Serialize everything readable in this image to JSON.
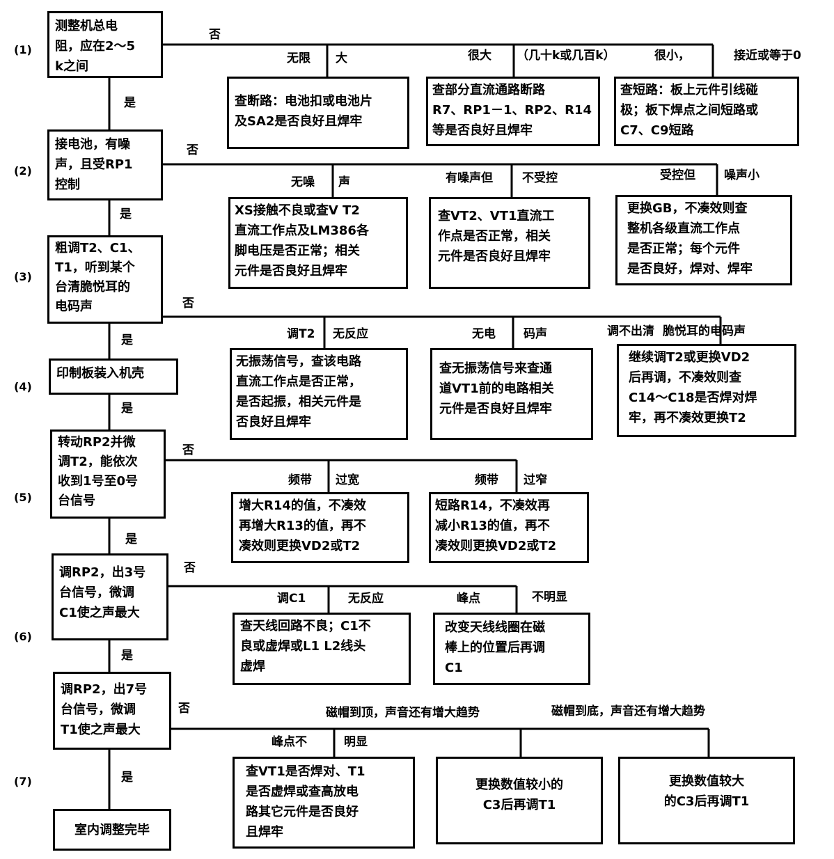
{
  "steps": [
    "(1)",
    "(2)",
    "(3)",
    "(4)",
    "(5)",
    "(6)",
    "(7)"
  ],
  "yes": "是",
  "no": "否",
  "main_boxes": [
    [
      "测整机总电",
      "阻，应在2～5",
      "k之间"
    ],
    [
      "接电池，有噪",
      "声，且受RP1",
      "控制"
    ],
    [
      "粗调T2、C1、",
      "T1，听到某个",
      "台清脆悦耳的",
      "电码声"
    ],
    [
      "印制板装入机壳"
    ],
    [
      "转动RP2并微",
      "调T2，能依次",
      "收到1号至0号",
      "台信号"
    ],
    [
      "调RP2，出3号",
      "台信号，微调",
      "C1使之声最大"
    ],
    [
      "调RP2，出7号",
      "台信号，微调",
      "T1使之声最大"
    ],
    [
      "室内调整完毕"
    ]
  ],
  "branches": {
    "b1": {
      "labels": [
        "无限",
        "大",
        "很大",
        "（几十k或几百k）",
        "很小，",
        "接近或等于0"
      ],
      "boxes": [
        [
          "查断路：电池扣或电池片",
          "及SA2是否良好且焊牢"
        ],
        [
          "查部分直流通路断路",
          "R7、RP1－1、RP2、R14",
          "等是否良好且焊牢"
        ],
        [
          "查短路：板上元件引线碰",
          "极；板下焊点之间短路或",
          "C7、C9短路"
        ]
      ]
    },
    "b2": {
      "labels": [
        "无噪",
        "声",
        "有噪声但",
        "不受控",
        "受控但",
        "噪声小"
      ],
      "boxes": [
        [
          "XS接触不良或查V  T2",
          "直流工作点及LM386各",
          "脚电压是否正常；相关",
          "元件是否良好且焊牢"
        ],
        [
          "查VT2、VT1直流工",
          "作点是否正常，相关",
          "元件是否良好且焊牢"
        ],
        [
          "更换GB，不凑效则查",
          "整机各级直流工作点",
          "是否正常；每个元件",
          "是否良好，焊对、焊牢"
        ]
      ]
    },
    "b3": {
      "labels": [
        "调T2",
        "无反应",
        "无电",
        "码声",
        "调不出清",
        "脆悦耳的电码声"
      ],
      "boxes": [
        [
          "无振荡信号，查该电路",
          "直流工作点是否正常，",
          "是否起振，相关元件是",
          "否良好且焊牢"
        ],
        [
          "查无振荡信号来查通",
          "道VT1前的电路相关",
          "元件是否良好且焊牢"
        ],
        [
          "继续调T2或更换VD2",
          "后再调，不凑效则查",
          "C14～C18是否焊对焊",
          "牢，再不凑效更换T2"
        ]
      ]
    },
    "b5": {
      "labels": [
        "频带",
        "过宽",
        "频带",
        "过窄"
      ],
      "boxes": [
        [
          "增大R14的值，不凑效",
          "再增大R13的值，再不",
          "凑效则更换VD2或T2"
        ],
        [
          "短路R14，不凑效再",
          "减小R13的值，再不",
          "凑效则更换VD2或T2"
        ]
      ]
    },
    "b6": {
      "labels": [
        "调C1",
        "无反应",
        "峰点",
        "不明显"
      ],
      "boxes": [
        [
          "查天线回路不良；C1不",
          "良或虚焊或L1  L2线头",
          "虚焊"
        ],
        [
          "改变天线线圈在磁",
          "棒上的位置后再调",
          "C1"
        ]
      ]
    },
    "b7": {
      "labels": [
        "峰点不",
        "明显",
        "磁帽到顶，声音还有增大趋势",
        "磁帽到底，声音还有增大趋势"
      ],
      "boxes": [
        [
          "查VT1是否焊对、T1",
          "是否虚焊或查高放电",
          "路其它元件是否良好",
          "且焊牢"
        ],
        [
          "更换数值较小的",
          "C3后再调T1"
        ],
        [
          "更换数值较大",
          "的C3后再调T1"
        ]
      ]
    }
  }
}
